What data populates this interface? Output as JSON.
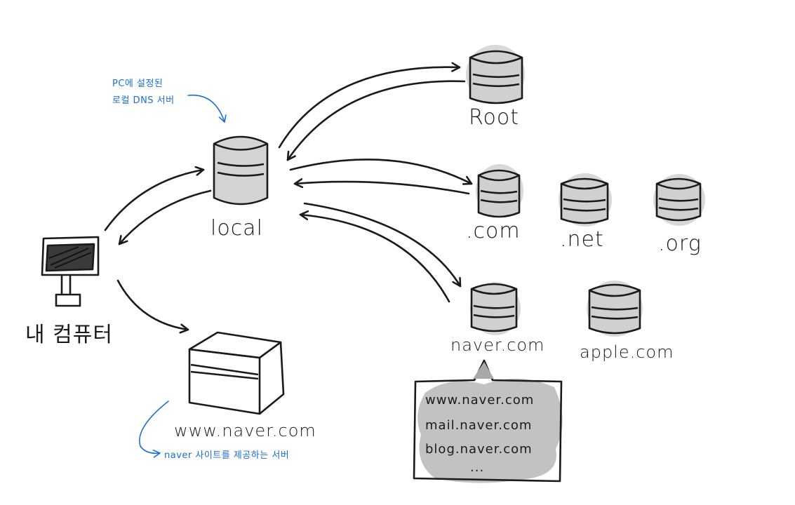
{
  "colors": {
    "ink": "#1a1a1a",
    "server_fill": "#d4d4d4",
    "shade": "#cdcdcd",
    "records_fill": "#c2c2c2",
    "note": "#1b6fd6"
  },
  "servers": {
    "local": {
      "label": "local",
      "icon": "database-icon"
    },
    "root": {
      "label": "Root",
      "icon": "database-icon"
    },
    "com": {
      "label": ".com",
      "icon": "database-icon"
    },
    "net": {
      "label": ".net",
      "icon": "database-icon"
    },
    "org": {
      "label": ".org",
      "icon": "database-icon"
    },
    "naver": {
      "label": "naver.com",
      "icon": "database-icon"
    },
    "apple": {
      "label": "apple.com",
      "icon": "database-icon"
    }
  },
  "my_computer": {
    "label": "내 컴퓨터",
    "icon": "monitor-icon"
  },
  "web_server": {
    "label": "www.naver.com",
    "icon": "server-box-icon"
  },
  "notes": {
    "local_dns_line1": "PC에 설정된",
    "local_dns_line2": "로컬 DNS 서버",
    "web_server_desc": "naver 사이트를 제공하는 서버"
  },
  "records": {
    "items": [
      "www.naver.com",
      "mail.naver.com",
      "blog.naver.com"
    ],
    "more": "..."
  }
}
